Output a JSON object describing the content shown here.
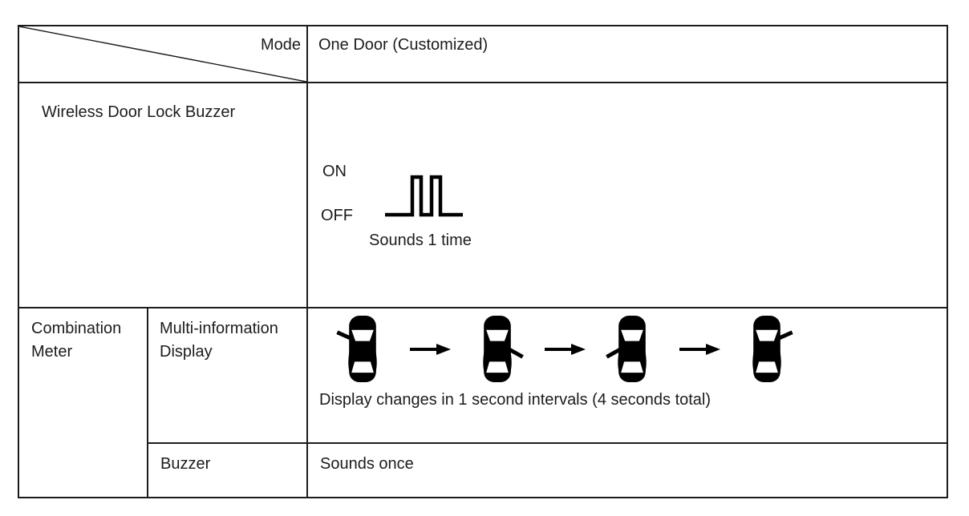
{
  "table": {
    "header": {
      "corner_label": "Mode",
      "mode_value": "One Door (Customized)"
    },
    "wireless_row": {
      "label": "Wireless Door Lock Buzzer",
      "waveform": {
        "type": "buzzer-pulse",
        "on_label": "ON",
        "off_label": "OFF",
        "pulse_count": 2,
        "caption": "Sounds 1 time"
      }
    },
    "combination_row": {
      "group_label": "Combination Meter",
      "display_row": {
        "label": "Multi-information Display",
        "car_sequence": [
          {
            "step": 1,
            "door": "front-left door open"
          },
          {
            "step": 2,
            "door": "rear-right door open"
          },
          {
            "step": 3,
            "door": "rear-left door open"
          },
          {
            "step": 4,
            "door": "front-right door open"
          }
        ],
        "arrow_glyph": "→",
        "caption": "Display changes in 1 second intervals (4 seconds total)"
      },
      "buzzer_row": {
        "label": "Buzzer",
        "value": "Sounds once"
      }
    }
  },
  "icons": {
    "car": "car-top-view-door-open-icon",
    "arrow": "arrow-right-icon",
    "waveform": "buzzer-pulse-waveform-icon"
  },
  "colors": {
    "border": "#1c1c1c",
    "text": "#1c1c1c",
    "background": "#ffffff",
    "icon_fill": "#000000"
  }
}
